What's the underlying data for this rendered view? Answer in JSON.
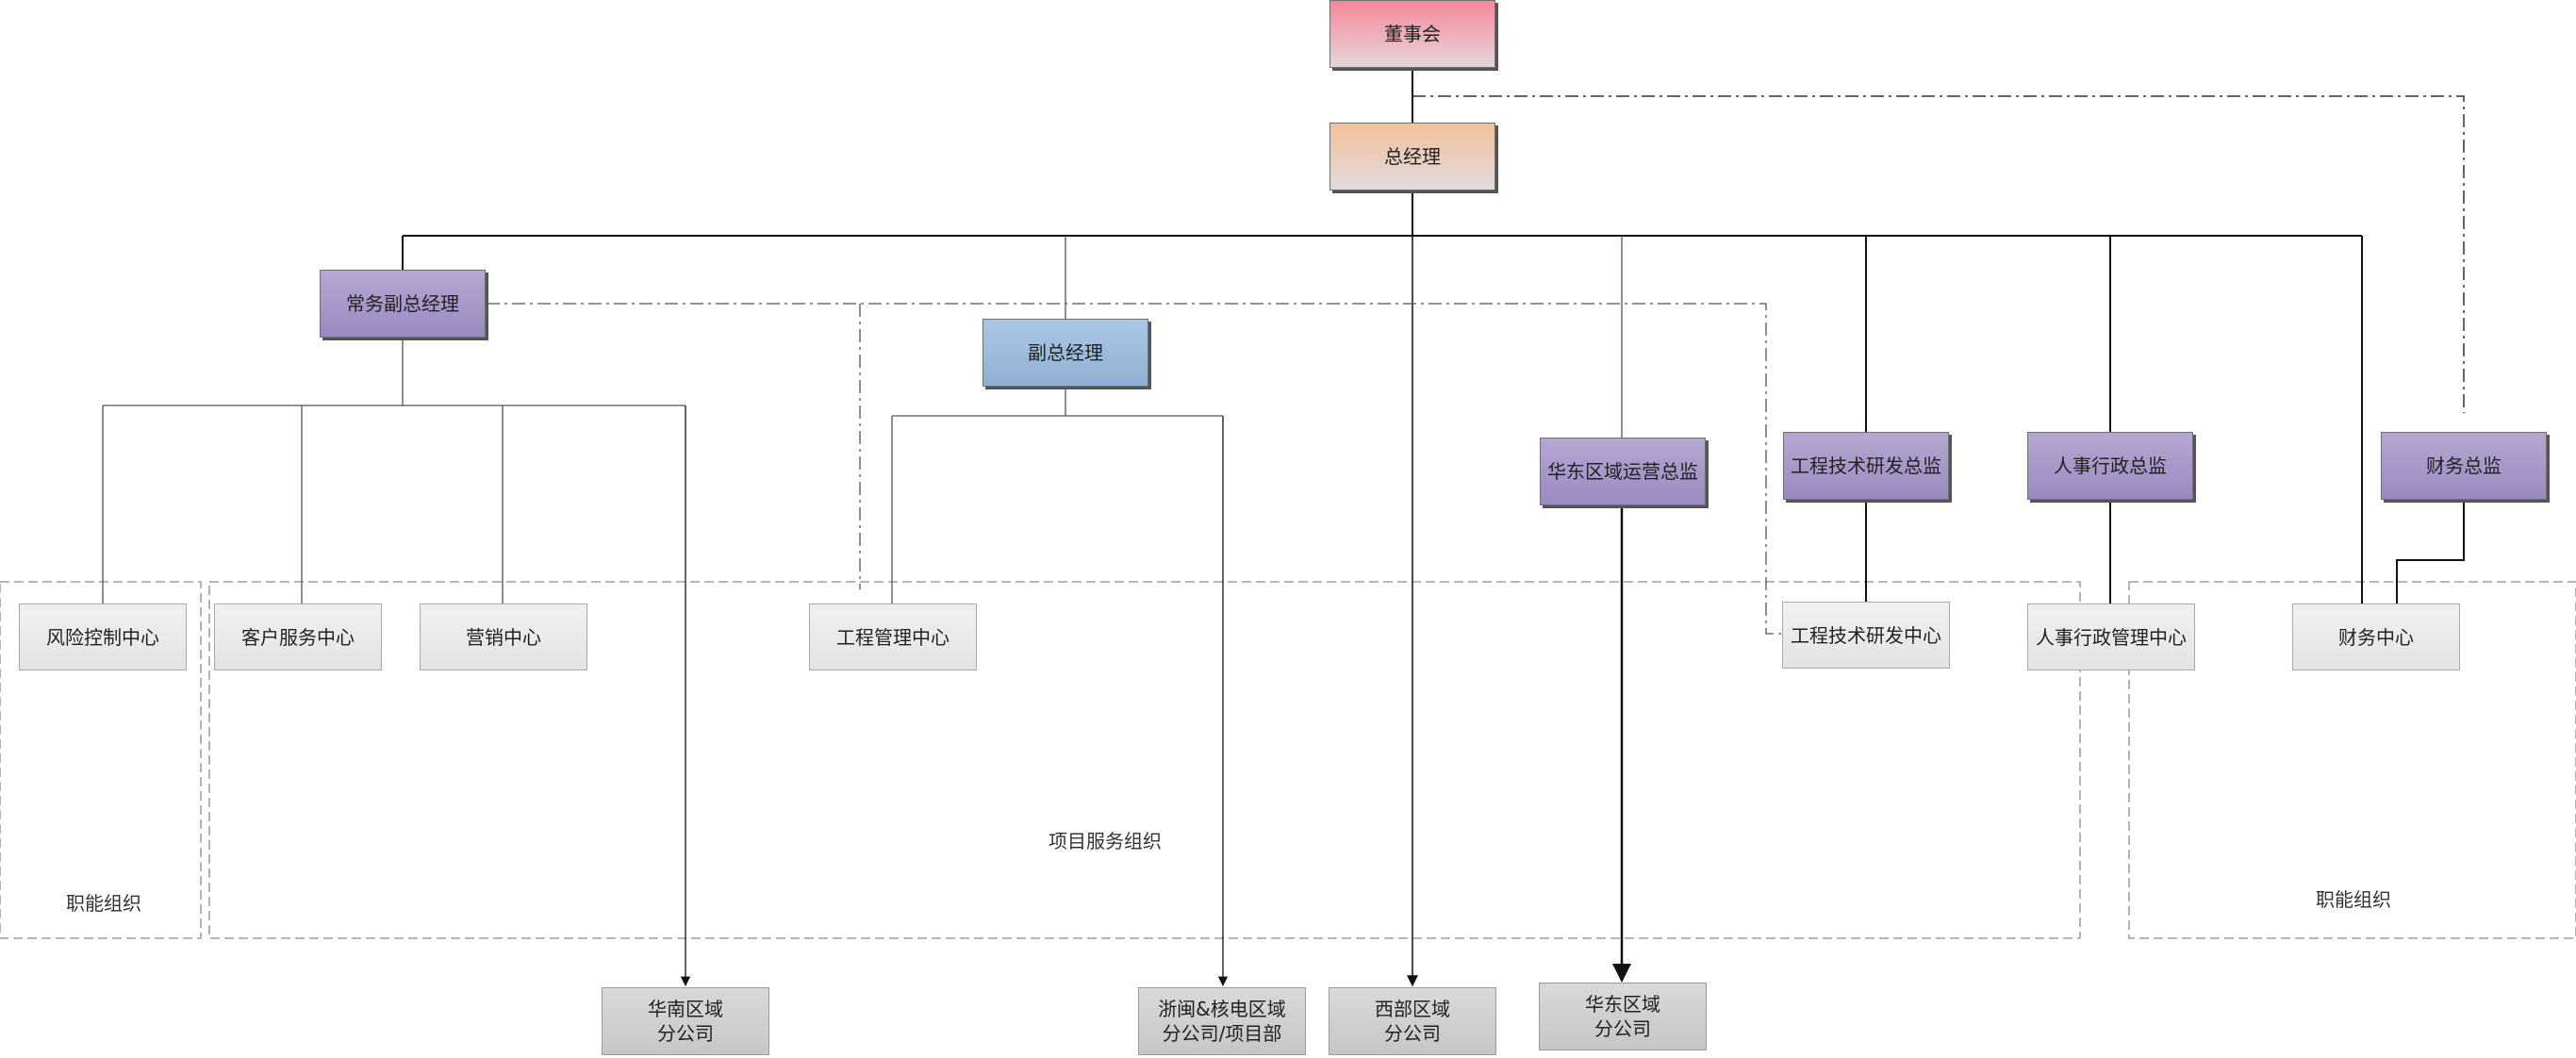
{
  "nodes": {
    "board": "董事会",
    "gm": "总经理",
    "exec_vp": "常务副总经理",
    "vp": "副总经理",
    "east_ops": "华东区域运营总监",
    "eng_director": "工程技术研发总监",
    "hr_director": "人事行政总监",
    "fin_director": "财务总监",
    "risk_center": "风险控制中心",
    "cs_center": "客户服务中心",
    "marketing_center": "营销中心",
    "eng_mgmt_center": "工程管理中心",
    "eng_rd_center": "工程技术研发中心",
    "hr_center": "人事行政管理中心",
    "finance_center": "财务中心",
    "south_line1": "华南区域",
    "south_line2": "分公司",
    "zm_line1": "浙闽&核电区域",
    "zm_line2": "分公司/项目部",
    "west_line1": "西部区域",
    "west_line2": "分公司",
    "east_line1": "华东区域",
    "east_line2": "分公司"
  },
  "groups": {
    "functional_left": "职能组织",
    "project_service": "项目服务组织",
    "functional_right": "职能组织"
  },
  "colors": {
    "board": "#f5889a",
    "gm": "#f3c19a",
    "vp": "#aac7e4",
    "director": "#b6a7d3",
    "center": "#ececec",
    "branch": "#cfcfcf"
  }
}
